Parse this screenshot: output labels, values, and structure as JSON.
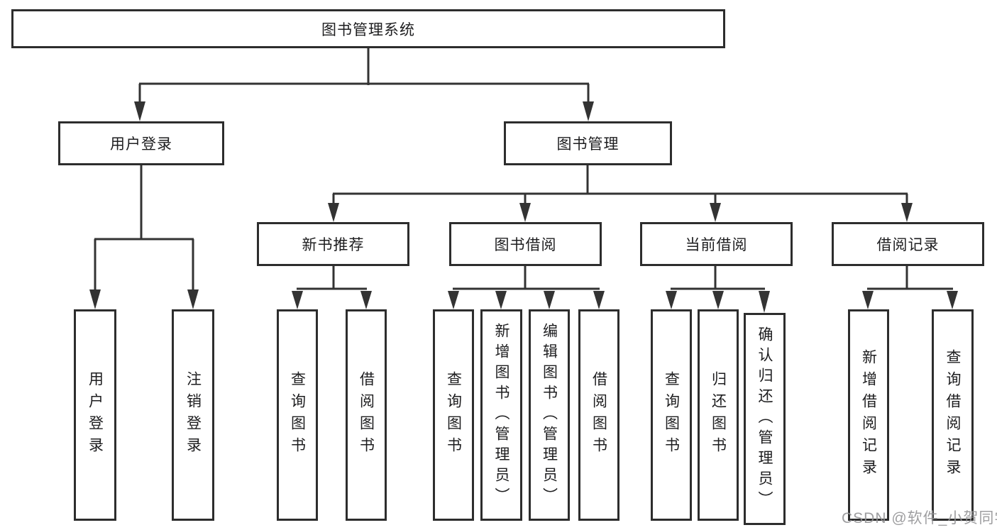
{
  "nodes": {
    "root": "图书管理系统",
    "level2": {
      "user_login": "用户登录",
      "book_management": "图书管理"
    },
    "level3": {
      "new_book_recommend": "新书推荐",
      "book_borrowing": "图书借阅",
      "current_borrowing": "当前借阅",
      "borrowing_records": "借阅记录"
    },
    "leaves": {
      "user_login": [
        "用户登录",
        "注销登录"
      ],
      "new_book_recommend": [
        "查询图书",
        "借阅图书"
      ],
      "book_borrowing": [
        "查询图书",
        "新增图书（管理员）",
        "编辑图书（管理员）",
        "借阅图书"
      ],
      "current_borrowing": [
        "查询图书",
        "归还图书",
        "确认归还（管理员）"
      ],
      "borrowing_records": [
        "新增借阅记录",
        "查询借阅记录"
      ]
    }
  },
  "watermark": "CSDN @软件_小贺同学",
  "colors": {
    "line": "#333333",
    "box_border": "#2d2d2d",
    "text": "#1d1d1f",
    "watermark": "#949496",
    "background": "#ffffff"
  }
}
